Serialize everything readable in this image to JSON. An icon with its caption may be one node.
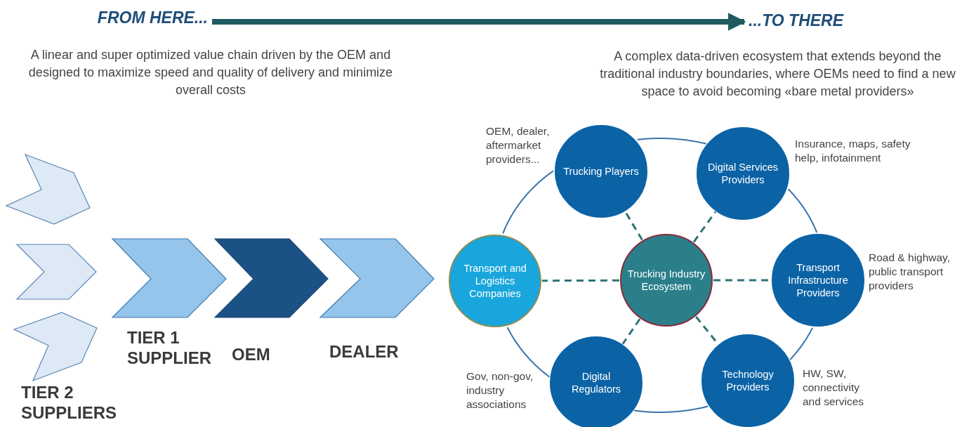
{
  "diagram": {
    "nodes": [
      {
        "text": [
          "FROM HERE..."
        ]
      },
      {
        "text": [
          "...TO THERE"
        ]
      },
      {
        "text": [],
        "shape": "chevron"
      },
      {
        "text": [],
        "shape": "chevron"
      },
      {
        "text": [],
        "shape": "chevron"
      },
      {
        "text": [],
        "shape": "chevron",
        "beside": [
          "TIER 1 SUPPLIER"
        ]
      },
      {
        "text": [],
        "shape": "chevron",
        "beside": [
          "OEM"
        ]
      },
      {
        "text": [],
        "shape": "chevron",
        "beside": [
          "DEALER"
        ]
      },
      {
        "text": [
          "Trucking Players"
        ],
        "beside": [
          "OEM, dealer, aftermarket providers..."
        ]
      },
      {
        "text": [
          "Digital Services Providers"
        ],
        "beside": [
          "Insurance, maps, safety help, infotainment"
        ]
      },
      {
        "text": [
          "Transport and Logistics Companies"
        ]
      },
      {
        "text": [
          "Trucking Industry Ecosystem"
        ]
      },
      {
        "text": [
          "Transport Infrastructure Providers"
        ],
        "beside": [
          "Road & highway, public transport providers"
        ]
      },
      {
        "text": [
          "Digital Regulators"
        ],
        "beside": [
          "Gov, non-gov, industry associations"
        ]
      },
      {
        "text": [
          "Technology Providers"
        ],
        "beside": [
          "HW, SW, connectivity and services"
        ]
      }
    ],
    "edges": [
      {
        "from": 0,
        "to": 1,
        "arrow": "to",
        "style": "thick",
        "color": "#1f5a60"
      },
      {
        "from": 10,
        "to": 8,
        "arrow": "none"
      },
      {
        "from": 8,
        "to": 9,
        "arrow": "none"
      },
      {
        "from": 9,
        "to": 12,
        "arrow": "none"
      },
      {
        "from": 12,
        "to": 14,
        "arrow": "none"
      },
      {
        "from": 14,
        "to": 13,
        "arrow": "none"
      },
      {
        "from": 13,
        "to": 10,
        "arrow": "none"
      },
      {
        "from": 11,
        "to": 8,
        "arrow": "none",
        "style": "dashed",
        "color": "#2e7478"
      },
      {
        "from": 11,
        "to": 9,
        "arrow": "none",
        "style": "dashed",
        "color": "#2e7478"
      },
      {
        "from": 11,
        "to": 10,
        "arrow": "none",
        "style": "dashed",
        "color": "#2e7478"
      },
      {
        "from": 11,
        "to": 12,
        "arrow": "none",
        "style": "dashed",
        "color": "#2e7478"
      },
      {
        "from": 11,
        "to": 13,
        "arrow": "none",
        "style": "dashed",
        "color": "#2e7478"
      },
      {
        "from": 11,
        "to": 14,
        "arrow": "none",
        "style": "dashed",
        "color": "#2e7478"
      }
    ],
    "labels": [
      "A linear and super optimized value chain driven by the OEM and designed to maximize speed and quality of delivery and minimize overall costs",
      "A complex data-driven ecosystem that extends beyond the traditional industry boundaries, where OEMs need to find a new space to avoid becoming «bare metal providers»",
      "TIER 2 SUPPLIERS"
    ]
  }
}
